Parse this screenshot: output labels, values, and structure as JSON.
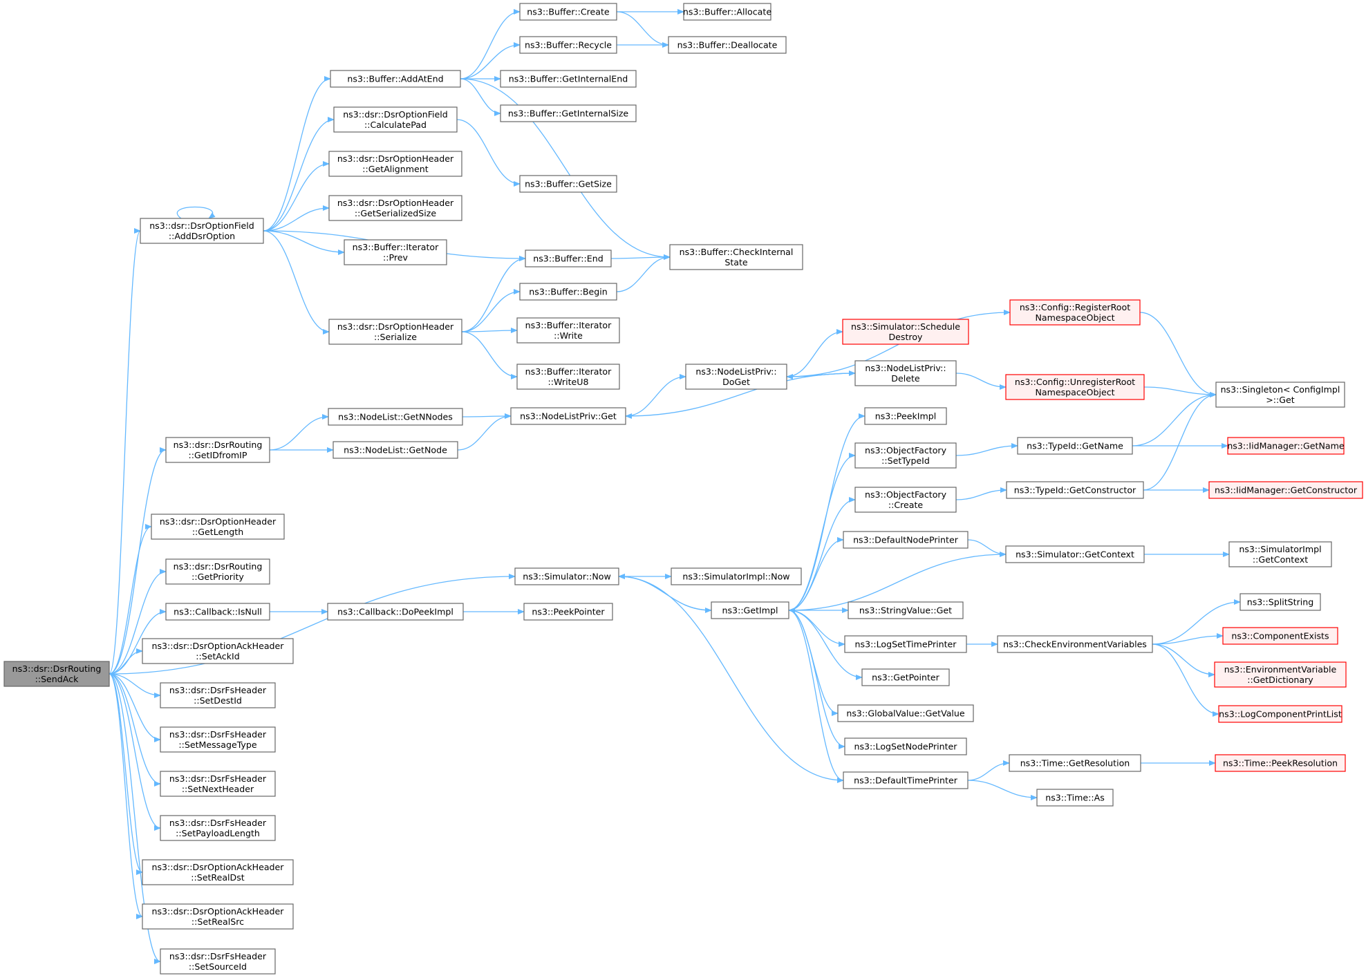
{
  "colors": {
    "edge": "#63b8ff",
    "node_border": "#666666",
    "root_fill": "#999999",
    "red_border": "#ff0000",
    "red_fill": "#fff0f0"
  },
  "nodes": [
    {
      "id": "root",
      "lines": [
        "ns3::dsr::DsrRouting",
        "::SendAck"
      ],
      "style": "root"
    },
    {
      "id": "addDsrOption",
      "lines": [
        "ns3::dsr::DsrOptionField",
        "::AddDsrOption"
      ]
    },
    {
      "id": "getIDfromIP",
      "lines": [
        "ns3::dsr::DsrRouting",
        "::GetIDfromIP"
      ]
    },
    {
      "id": "simNow",
      "lines": [
        "ns3::Simulator::Now"
      ]
    },
    {
      "id": "getLength",
      "lines": [
        "ns3::dsr::DsrOptionHeader",
        "::GetLength"
      ]
    },
    {
      "id": "getPriority",
      "lines": [
        "ns3::dsr::DsrRouting",
        "::GetPriority"
      ]
    },
    {
      "id": "isNull",
      "lines": [
        "ns3::Callback::IsNull"
      ]
    },
    {
      "id": "setAckId",
      "lines": [
        "ns3::dsr::DsrOptionAckHeader",
        "::SetAckId"
      ]
    },
    {
      "id": "setDestId",
      "lines": [
        "ns3::dsr::DsrFsHeader",
        "::SetDestId"
      ]
    },
    {
      "id": "setMessageType",
      "lines": [
        "ns3::dsr::DsrFsHeader",
        "::SetMessageType"
      ]
    },
    {
      "id": "setNextHeader",
      "lines": [
        "ns3::dsr::DsrFsHeader",
        "::SetNextHeader"
      ]
    },
    {
      "id": "setPayloadLength",
      "lines": [
        "ns3::dsr::DsrFsHeader",
        "::SetPayloadLength"
      ]
    },
    {
      "id": "setRealDst",
      "lines": [
        "ns3::dsr::DsrOptionAckHeader",
        "::SetRealDst"
      ]
    },
    {
      "id": "setRealSrc",
      "lines": [
        "ns3::dsr::DsrOptionAckHeader",
        "::SetRealSrc"
      ]
    },
    {
      "id": "setSourceId",
      "lines": [
        "ns3::dsr::DsrFsHeader",
        "::SetSourceId"
      ]
    },
    {
      "id": "addAtEnd",
      "lines": [
        "ns3::Buffer::AddAtEnd"
      ]
    },
    {
      "id": "calculatePad",
      "lines": [
        "ns3::dsr::DsrOptionField",
        "::CalculatePad"
      ]
    },
    {
      "id": "getAlignment",
      "lines": [
        "ns3::dsr::DsrOptionHeader",
        "::GetAlignment"
      ]
    },
    {
      "id": "getSerializedSize",
      "lines": [
        "ns3::dsr::DsrOptionHeader",
        "::GetSerializedSize"
      ]
    },
    {
      "id": "iterPrev",
      "lines": [
        "ns3::Buffer::Iterator",
        "::Prev"
      ]
    },
    {
      "id": "serialize",
      "lines": [
        "ns3::dsr::DsrOptionHeader",
        "::Serialize"
      ]
    },
    {
      "id": "bufCreate",
      "lines": [
        "ns3::Buffer::Create"
      ]
    },
    {
      "id": "bufRecycle",
      "lines": [
        "ns3::Buffer::Recycle"
      ]
    },
    {
      "id": "getInternalEnd",
      "lines": [
        "ns3::Buffer::GetInternalEnd"
      ]
    },
    {
      "id": "getInternalSize",
      "lines": [
        "ns3::Buffer::GetInternalSize"
      ]
    },
    {
      "id": "bufGetSize",
      "lines": [
        "ns3::Buffer::GetSize"
      ]
    },
    {
      "id": "bufEnd",
      "lines": [
        "ns3::Buffer::End"
      ]
    },
    {
      "id": "bufBegin",
      "lines": [
        "ns3::Buffer::Begin"
      ]
    },
    {
      "id": "iterWrite",
      "lines": [
        "ns3::Buffer::Iterator",
        "::Write"
      ]
    },
    {
      "id": "iterWriteU8",
      "lines": [
        "ns3::Buffer::Iterator",
        "::WriteU8"
      ]
    },
    {
      "id": "bufAllocate",
      "lines": [
        "ns3::Buffer::Allocate"
      ]
    },
    {
      "id": "bufDeallocate",
      "lines": [
        "ns3::Buffer::Deallocate"
      ]
    },
    {
      "id": "checkInternalState",
      "lines": [
        "ns3::Buffer::CheckInternal",
        "State"
      ]
    },
    {
      "id": "getNNodes",
      "lines": [
        "ns3::NodeList::GetNNodes"
      ]
    },
    {
      "id": "getNode",
      "lines": [
        "ns3::NodeList::GetNode"
      ]
    },
    {
      "id": "nlpGet",
      "lines": [
        "ns3::NodeListPriv::Get"
      ]
    },
    {
      "id": "nlpDoGet",
      "lines": [
        "ns3::NodeListPriv::",
        "DoGet"
      ]
    },
    {
      "id": "nlpDelete",
      "lines": [
        "ns3::NodeListPriv::",
        "Delete"
      ]
    },
    {
      "id": "scheduleDestroy",
      "lines": [
        "ns3::Simulator::Schedule",
        "Destroy"
      ],
      "style": "red"
    },
    {
      "id": "registerRoot",
      "lines": [
        "ns3::Config::RegisterRoot",
        "NamespaceObject"
      ],
      "style": "red"
    },
    {
      "id": "unregisterRoot",
      "lines": [
        "ns3::Config::UnregisterRoot",
        "NamespaceObject"
      ],
      "style": "red"
    },
    {
      "id": "singletonGet",
      "lines": [
        "ns3::Singleton< ConfigImpl",
        " >::Get"
      ]
    },
    {
      "id": "doPeekImpl",
      "lines": [
        "ns3::Callback::DoPeekImpl"
      ]
    },
    {
      "id": "peekPointer",
      "lines": [
        "ns3::PeekPointer"
      ]
    },
    {
      "id": "simImplNow",
      "lines": [
        "ns3::SimulatorImpl::Now"
      ]
    },
    {
      "id": "getImpl",
      "lines": [
        "ns3::GetImpl"
      ]
    },
    {
      "id": "peekImpl",
      "lines": [
        "ns3::PeekImpl"
      ]
    },
    {
      "id": "ofSetTypeId",
      "lines": [
        "ns3::ObjectFactory",
        "::SetTypeId"
      ]
    },
    {
      "id": "ofCreate",
      "lines": [
        "ns3::ObjectFactory",
        "::Create"
      ]
    },
    {
      "id": "defaultNodePrinter",
      "lines": [
        "ns3::DefaultNodePrinter"
      ]
    },
    {
      "id": "stringValueGet",
      "lines": [
        "ns3::StringValue::Get"
      ]
    },
    {
      "id": "logSetTimePrinter",
      "lines": [
        "ns3::LogSetTimePrinter"
      ]
    },
    {
      "id": "getPointer",
      "lines": [
        "ns3::GetPointer"
      ]
    },
    {
      "id": "globalValueGetValue",
      "lines": [
        "ns3::GlobalValue::GetValue"
      ]
    },
    {
      "id": "logSetNodePrinter",
      "lines": [
        "ns3::LogSetNodePrinter"
      ]
    },
    {
      "id": "defaultTimePrinter",
      "lines": [
        "ns3::DefaultTimePrinter"
      ]
    },
    {
      "id": "typeIdGetName",
      "lines": [
        "ns3::TypeId::GetName"
      ]
    },
    {
      "id": "typeIdGetConstructor",
      "lines": [
        "ns3::TypeId::GetConstructor"
      ]
    },
    {
      "id": "simGetContext",
      "lines": [
        "ns3::Simulator::GetContext"
      ]
    },
    {
      "id": "checkEnvVars",
      "lines": [
        "ns3::CheckEnvironmentVariables"
      ]
    },
    {
      "id": "timeGetResolution",
      "lines": [
        "ns3::Time::GetResolution"
      ]
    },
    {
      "id": "timeAs",
      "lines": [
        "ns3::Time::As"
      ]
    },
    {
      "id": "iidGetName",
      "lines": [
        "ns3::IidManager::GetName"
      ],
      "style": "red"
    },
    {
      "id": "iidGetConstructor",
      "lines": [
        "ns3::IidManager::GetConstructor"
      ],
      "style": "red"
    },
    {
      "id": "simImplGetContext",
      "lines": [
        "ns3::SimulatorImpl",
        "::GetContext"
      ]
    },
    {
      "id": "splitString",
      "lines": [
        "ns3::SplitString"
      ]
    },
    {
      "id": "componentExists",
      "lines": [
        "ns3::ComponentExists"
      ],
      "style": "red"
    },
    {
      "id": "envGetDictionary",
      "lines": [
        "ns3::EnvironmentVariable",
        "::GetDictionary"
      ],
      "style": "red"
    },
    {
      "id": "logComponentPrintList",
      "lines": [
        "ns3::LogComponentPrintList"
      ],
      "style": "red"
    },
    {
      "id": "timePeekResolution",
      "lines": [
        "ns3::Time::PeekResolution"
      ],
      "style": "red"
    }
  ],
  "edges": [
    [
      "root",
      "addDsrOption"
    ],
    [
      "root",
      "getIDfromIP"
    ],
    [
      "root",
      "simNow"
    ],
    [
      "root",
      "getLength"
    ],
    [
      "root",
      "getPriority"
    ],
    [
      "root",
      "isNull"
    ],
    [
      "root",
      "setAckId"
    ],
    [
      "root",
      "setDestId"
    ],
    [
      "root",
      "setMessageType"
    ],
    [
      "root",
      "setNextHeader"
    ],
    [
      "root",
      "setPayloadLength"
    ],
    [
      "root",
      "setRealDst"
    ],
    [
      "root",
      "setRealSrc"
    ],
    [
      "root",
      "setSourceId"
    ],
    [
      "addDsrOption",
      "addDsrOption"
    ],
    [
      "addDsrOption",
      "addAtEnd"
    ],
    [
      "addDsrOption",
      "calculatePad"
    ],
    [
      "addDsrOption",
      "getAlignment"
    ],
    [
      "addDsrOption",
      "getSerializedSize"
    ],
    [
      "addDsrOption",
      "iterPrev"
    ],
    [
      "addDsrOption",
      "bufEnd"
    ],
    [
      "addDsrOption",
      "serialize"
    ],
    [
      "addAtEnd",
      "bufCreate"
    ],
    [
      "addAtEnd",
      "bufRecycle"
    ],
    [
      "addAtEnd",
      "getInternalEnd"
    ],
    [
      "addAtEnd",
      "getInternalSize"
    ],
    [
      "addAtEnd",
      "checkInternalState"
    ],
    [
      "bufCreate",
      "bufAllocate"
    ],
    [
      "bufCreate",
      "bufDeallocate"
    ],
    [
      "bufRecycle",
      "bufDeallocate"
    ],
    [
      "calculatePad",
      "bufGetSize"
    ],
    [
      "serialize",
      "bufEnd"
    ],
    [
      "serialize",
      "bufBegin"
    ],
    [
      "serialize",
      "iterWrite"
    ],
    [
      "serialize",
      "iterWriteU8"
    ],
    [
      "bufEnd",
      "checkInternalState"
    ],
    [
      "bufBegin",
      "checkInternalState"
    ],
    [
      "getIDfromIP",
      "getNNodes"
    ],
    [
      "getIDfromIP",
      "getNode"
    ],
    [
      "getNNodes",
      "nlpGet"
    ],
    [
      "getNode",
      "nlpGet"
    ],
    [
      "nlpGet",
      "nlpDoGet"
    ],
    [
      "nlpDoGet",
      "registerRoot"
    ],
    [
      "nlpDoGet",
      "scheduleDestroy"
    ],
    [
      "nlpDoGet",
      "nlpDelete"
    ],
    [
      "nlpDelete",
      "nlpDoGet"
    ],
    [
      "nlpDelete",
      "nlpGet"
    ],
    [
      "nlpDelete",
      "unregisterRoot"
    ],
    [
      "registerRoot",
      "singletonGet"
    ],
    [
      "unregisterRoot",
      "singletonGet"
    ],
    [
      "isNull",
      "doPeekImpl"
    ],
    [
      "doPeekImpl",
      "peekPointer"
    ],
    [
      "simNow",
      "simImplNow"
    ],
    [
      "simNow",
      "getImpl"
    ],
    [
      "getImpl",
      "simNow"
    ],
    [
      "getImpl",
      "peekImpl"
    ],
    [
      "getImpl",
      "ofSetTypeId"
    ],
    [
      "getImpl",
      "ofCreate"
    ],
    [
      "getImpl",
      "defaultNodePrinter"
    ],
    [
      "getImpl",
      "stringValueGet"
    ],
    [
      "getImpl",
      "logSetTimePrinter"
    ],
    [
      "getImpl",
      "getPointer"
    ],
    [
      "getImpl",
      "globalValueGetValue"
    ],
    [
      "getImpl",
      "logSetNodePrinter"
    ],
    [
      "getImpl",
      "defaultTimePrinter"
    ],
    [
      "ofSetTypeId",
      "typeIdGetName"
    ],
    [
      "ofCreate",
      "typeIdGetConstructor"
    ],
    [
      "typeIdGetName",
      "singletonGet"
    ],
    [
      "typeIdGetName",
      "iidGetName"
    ],
    [
      "typeIdGetConstructor",
      "singletonGet"
    ],
    [
      "typeIdGetConstructor",
      "iidGetConstructor"
    ],
    [
      "defaultNodePrinter",
      "simGetContext"
    ],
    [
      "simGetContext",
      "getImpl"
    ],
    [
      "simGetContext",
      "simImplGetContext"
    ],
    [
      "logSetTimePrinter",
      "checkEnvVars"
    ],
    [
      "checkEnvVars",
      "splitString"
    ],
    [
      "checkEnvVars",
      "componentExists"
    ],
    [
      "checkEnvVars",
      "envGetDictionary"
    ],
    [
      "checkEnvVars",
      "logComponentPrintList"
    ],
    [
      "defaultTimePrinter",
      "simNow"
    ],
    [
      "defaultTimePrinter",
      "timeGetResolution"
    ],
    [
      "defaultTimePrinter",
      "timeAs"
    ],
    [
      "timeGetResolution",
      "timePeekResolution"
    ]
  ]
}
